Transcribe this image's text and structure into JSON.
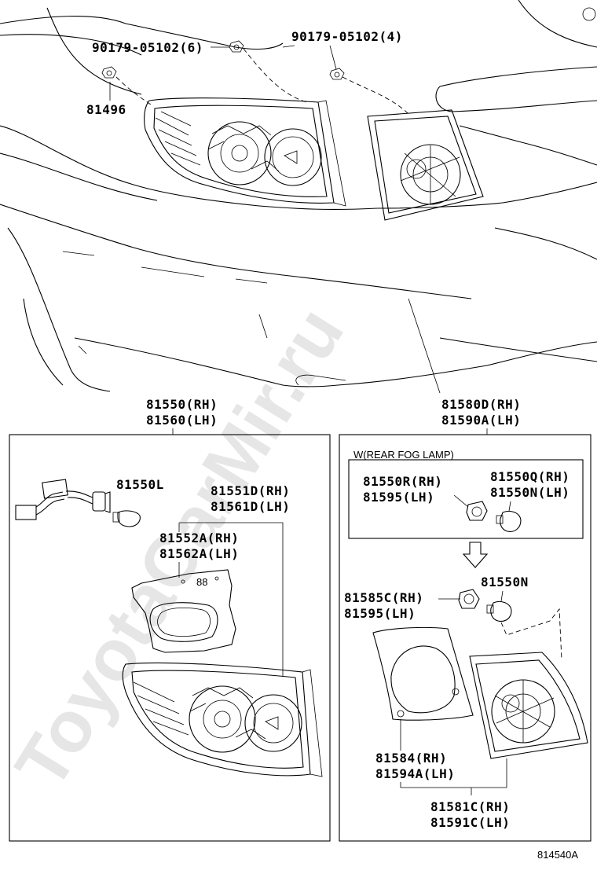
{
  "watermark": "ToyotaCarMir.ru",
  "labels": {
    "nut_6": "90179-05102(6)",
    "nut_4": "90179-05102(4)",
    "part_81496": "81496",
    "lamp_assy_rh": "81550(RH)",
    "lamp_assy_lh": "81560(LH)",
    "trunk_lamp_assy_rh": "81580D(RH)",
    "trunk_lamp_assy_lh": "81590A(LH)",
    "socket_wire": "81550L",
    "lens_body_rh": "81551D(RH)",
    "lens_body_lh": "81561D(LH)",
    "gasket_rh": "81552A(RH)",
    "gasket_lh": "81562A(LH)",
    "fog_note": "W(REAR FOG LAMP)",
    "fog_socket_rh": "81550R(RH)",
    "fog_socket_lh": "81595(LH)",
    "fog_bulb_rh": "81550Q(RH)",
    "fog_bulb_lh": "81550N(LH)",
    "bulb_81550n": "81550N",
    "socket_rh": "81585C(RH)",
    "socket_lh": "81595(LH)",
    "trunk_gasket_rh": "81584(RH)",
    "trunk_gasket_lh": "81594A(LH)",
    "trunk_lens_rh": "81581C(RH)",
    "trunk_lens_lh": "81591C(LH)",
    "diagram_code": "814540A"
  }
}
